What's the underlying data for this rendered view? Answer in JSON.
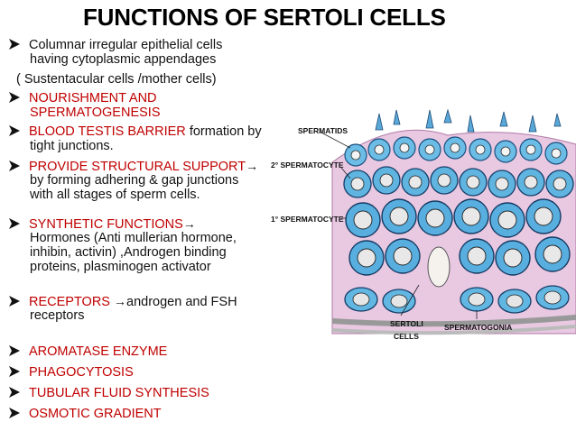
{
  "title": "FUNCTIONS OF SERTOLI CELLS",
  "items": [
    {
      "lines": [
        "Columnar irregular epithelial cells",
        "having cytoplasmic appendages"
      ]
    },
    {
      "plain": "( Sustentacular cells /mother cells)"
    },
    {
      "red": [
        "NOURISHMENT AND",
        "SPERMATOGENESIS"
      ]
    },
    {
      "red": "BLOOD TESTIS BARRIER",
      "rest": "formation by",
      "cont": "tight junctions."
    },
    {
      "red": "PROVIDE STRUCTURAL SUPPORT",
      "arrow": "→",
      "cont": [
        "by forming adhering & gap junctions",
        "with all stages of sperm cells."
      ]
    },
    {
      "red": "SYNTHETIC FUNCTIONS",
      "arrow": "→",
      "cont": [
        "Hormones (Anti mullerian hormone,",
        "inhibin, activin) ,Androgen binding",
        "proteins, plasminogen activator"
      ]
    },
    {
      "red": "RECEPTORS ",
      "arrow": "→",
      "rest": "androgen and FSH",
      "cont": "receptors"
    },
    {
      "red": "AROMATASE ENZYME"
    },
    {
      "red": "PHAGOCYTOSIS"
    },
    {
      "red": "TUBULAR FLUID SYNTHESIS"
    },
    {
      "red": "OSMOTIC GRADIENT"
    }
  ],
  "figure_labels": {
    "spermatids": "SPERMATIDS",
    "spermatocyte_2": "2° SPERMATOCYTE",
    "spermatocyte_1": "1° SPERMATOCYTE",
    "sertoli_1": "SERTOLI",
    "sertoli_2": "CELLS",
    "spermatogonia": "SPERMATOGONIA"
  },
  "colors": {
    "accent_red": "#c00000",
    "cell_blue": "#5fb4e0",
    "cytoplasm_pink": "#e7c6e0"
  }
}
